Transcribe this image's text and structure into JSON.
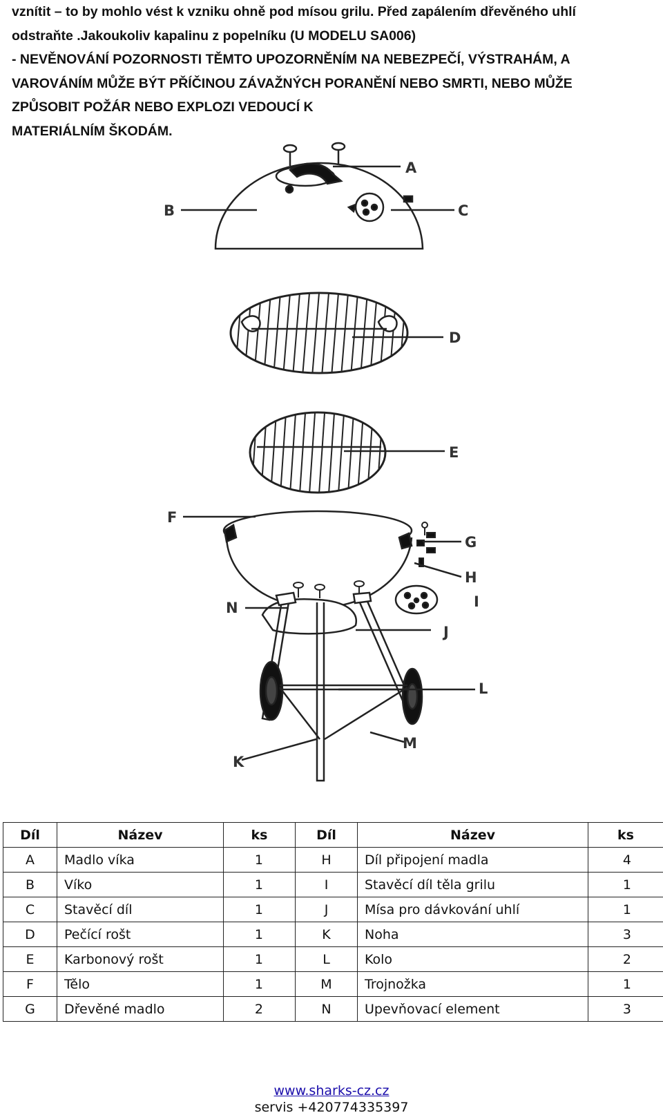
{
  "warning": {
    "lines": [
      "vznítit – to by mohlo vést k vzniku ohně pod mísou grilu. Před zapálením dřevěného uhlí",
      "odstraňte .Jakoukoliv kapalinu z popelníku (U  MODELU SA006)",
      "- NEVĚNOVÁNÍ POZORNOSTI TĚMTO UPOZORNĚNÍM NA NEBEZPEČÍ, VÝSTRAHÁM, A",
      "VAROVÁNÍM MŮŽE BÝT PŘÍČINOU ZÁVAŽNÝCH PORANĚNÍ NEBO SMRTI, NEBO MŮŽE",
      "ZPŮSOBIT POŽÁR NEBO EXPLOZI VEDOUCÍ K",
      "MATERIÁLNÍM ŠKODÁM."
    ]
  },
  "diagram": {
    "labels": {
      "A": "A",
      "B": "B",
      "C": "C",
      "D": "D",
      "E": "E",
      "F": "F",
      "G": "G",
      "H": "H",
      "I": "I",
      "J": "J",
      "K": "K",
      "L": "L",
      "M": "M",
      "N": "N"
    }
  },
  "table": {
    "headers": [
      "Díl",
      "Název",
      "ks",
      "Díl",
      "Název",
      "ks"
    ],
    "rows": [
      [
        "A",
        "Madlo víka",
        "1",
        "H",
        "Díl připojení madla",
        "4"
      ],
      [
        "B",
        "Víko",
        "1",
        "I",
        "Stavěcí díl těla grilu",
        "1"
      ],
      [
        "C",
        "Stavěcí díl",
        "1",
        "J",
        "Mísa pro dávkování uhlí",
        "1"
      ],
      [
        "D",
        "Pečící rošt",
        "1",
        "K",
        "Noha",
        "3"
      ],
      [
        "E",
        "Karbonový rošt",
        "1",
        "L",
        "Kolo",
        "2"
      ],
      [
        "F",
        "Tělo",
        "1",
        "M",
        "Trojnožka",
        "1"
      ],
      [
        "G",
        "Dřevěné madlo",
        "2",
        "N",
        "Upevňovací element",
        "3"
      ]
    ]
  },
  "footer": {
    "link": "www.sharks-cz.cz",
    "service": "servis +420774335397"
  }
}
